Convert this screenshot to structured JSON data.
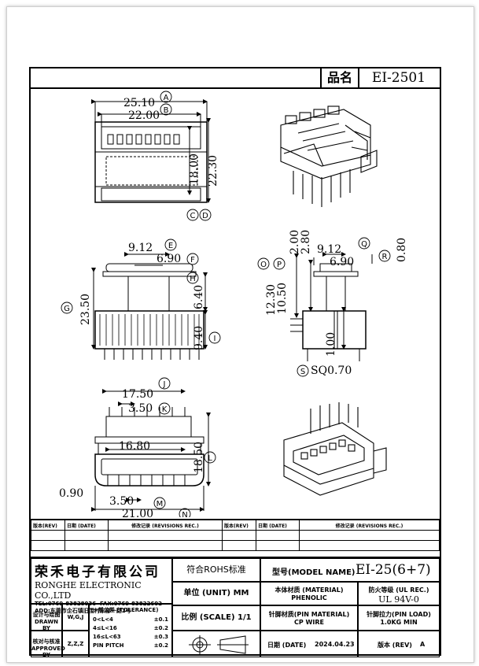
{
  "title_block": {
    "name_label": "品名",
    "part_no": "EI-2501",
    "company_cn": "荣禾电子有限公司",
    "company_en": "RONGHE ELECTRONIC CO.,LTD",
    "tel": "TEL:0769-83828036",
    "fax": "FAX:0769-83822602",
    "address": "ADD:东莞市企石镇旧围村东部一路2号",
    "rohs": "符合ROHS标准",
    "model_label": "型号(MODEL NAME)",
    "model_value": "EI-25(6+7)",
    "unit_label": "单位 (UNIT) MM",
    "material_label": "本体材质 (MATERIAL)",
    "material_value": "PHENOLIC",
    "flame_label": "防火等级 (UL REC.)",
    "flame_value": "UL 94V-0",
    "scale_label": "比例 (SCALE) 1/1",
    "pin_material_label": "针脚材质(PIN MATERIAL)",
    "pin_material_value": "CP WIRE",
    "pin_load_label": "针脚拉力(PIN LOAD)",
    "pin_load_value": "1.0KG MIN",
    "date_label": "日期 (DATE)",
    "date_value": "2024.04.23",
    "rev_label": "版本 (REV)",
    "rev_value": "A",
    "drawn_label": "设计与绘图",
    "drawn_en": "DRAWN BY",
    "drawn_value": "W,G,J",
    "approved_label": "核对与核准",
    "approved_en": "APPROVED BY",
    "approved_value": "Z,Z,Z",
    "tol_title": "一般公差 (TOLERANCE)",
    "tolerances": [
      {
        "range": "0<L<4",
        "val": "±0.1"
      },
      {
        "range": "4≤L<16",
        "val": "±0.2"
      },
      {
        "range": "16≤L<63",
        "val": "±0.3"
      },
      {
        "range": "PIN PITCH",
        "val": "±0.2"
      }
    ]
  },
  "revision_table": {
    "headers": [
      "版本(REV)",
      "日期 (DATE)",
      "修改记录 (REVISIONS REC.)",
      "版本(REV)",
      "日期 (DATE)",
      "修改记录 (REVISIONS REC.)"
    ]
  },
  "dimensions": {
    "A": "25.10",
    "B": "22.00",
    "C_D_h1": "18.00",
    "C_D_h2": "22.30",
    "E": "9.12",
    "F": "6.90",
    "H": "6.40",
    "I": "9.40",
    "G": "23.50",
    "side_912": "9.12",
    "side_690": "6.90",
    "side_080": "0.80",
    "side_200": "2.00",
    "side_280": "2.80",
    "side_1230": "12.30",
    "side_1050": "10.50",
    "side_100": "1.00",
    "side_sq": "SQ0.70",
    "J": "17.50",
    "K": "3.50",
    "L": "18.50",
    "b_1680": "16.80",
    "b_090": "0.90",
    "M": "3.50",
    "N": "21.00"
  },
  "circle_letters": [
    "A",
    "B",
    "C",
    "D",
    "E",
    "F",
    "G",
    "H",
    "I",
    "J",
    "K",
    "L",
    "M",
    "N",
    "O",
    "P",
    "Q",
    "R",
    "S"
  ]
}
